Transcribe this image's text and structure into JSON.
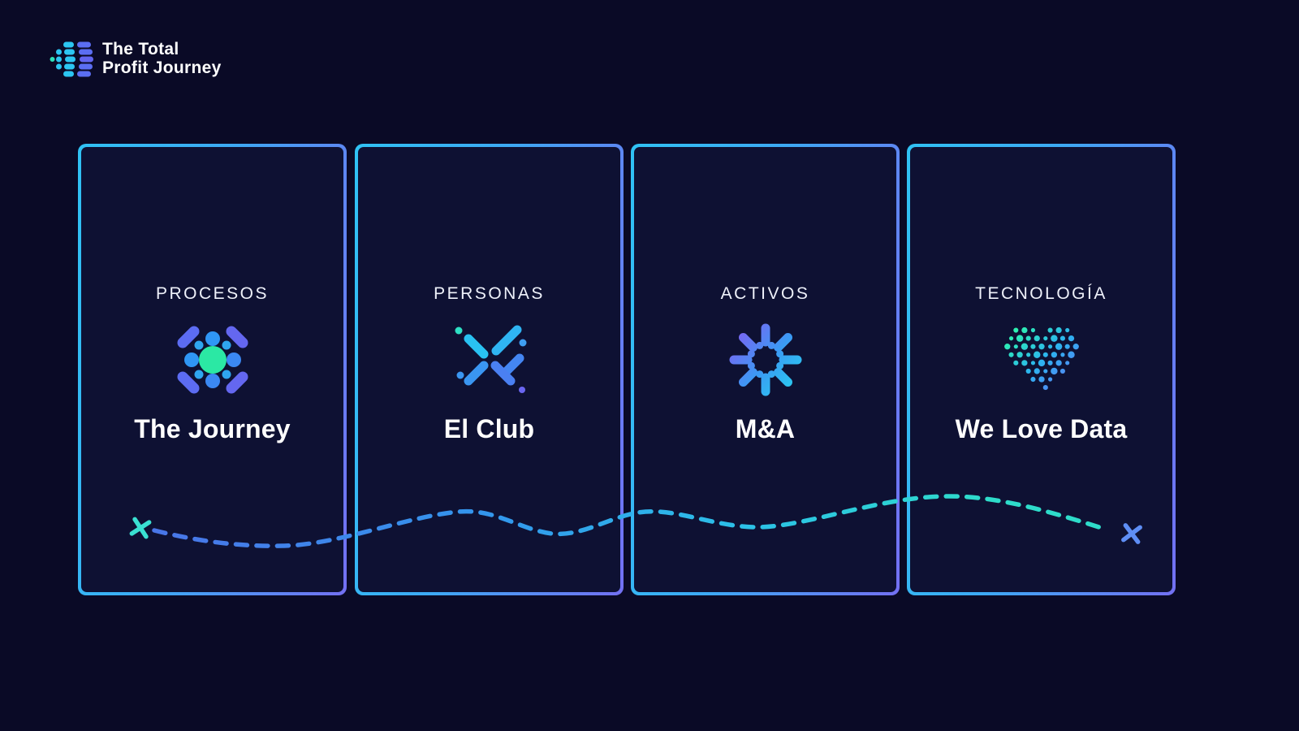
{
  "logo": {
    "icon": "dots-arrow-logo-icon",
    "line1": "The Total",
    "line2": "Profit Journey"
  },
  "cards": [
    {
      "label": "PROCESOS",
      "title": "The Journey",
      "icon": "process-cluster-icon"
    },
    {
      "label": "PERSONAS",
      "title": "El Club",
      "icon": "people-x-icon"
    },
    {
      "label": "ACTIVOS",
      "title": "M&A",
      "icon": "assets-starburst-icon"
    },
    {
      "label": "TECNOLOGÍA",
      "title": "We Love Data",
      "icon": "data-heart-icon"
    }
  ],
  "journey_path": {
    "style": "dashed-wave",
    "start_marker": "x-mark-teal",
    "end_marker": "x-mark-blue"
  },
  "colors": {
    "background": "#0a0a26",
    "card_background": "#0e1133",
    "border_gradient_start": "#30c2f4",
    "border_gradient_end": "#7370f2",
    "path_blue": "#4a74e8",
    "path_cyan": "#2cc0e8",
    "path_teal": "#2edcca",
    "accent_green": "#2be8a4",
    "accent_cyan": "#2cc6f2",
    "accent_blue": "#2f96f5",
    "accent_violet": "#5c6cf2",
    "text": "#ffffff"
  }
}
